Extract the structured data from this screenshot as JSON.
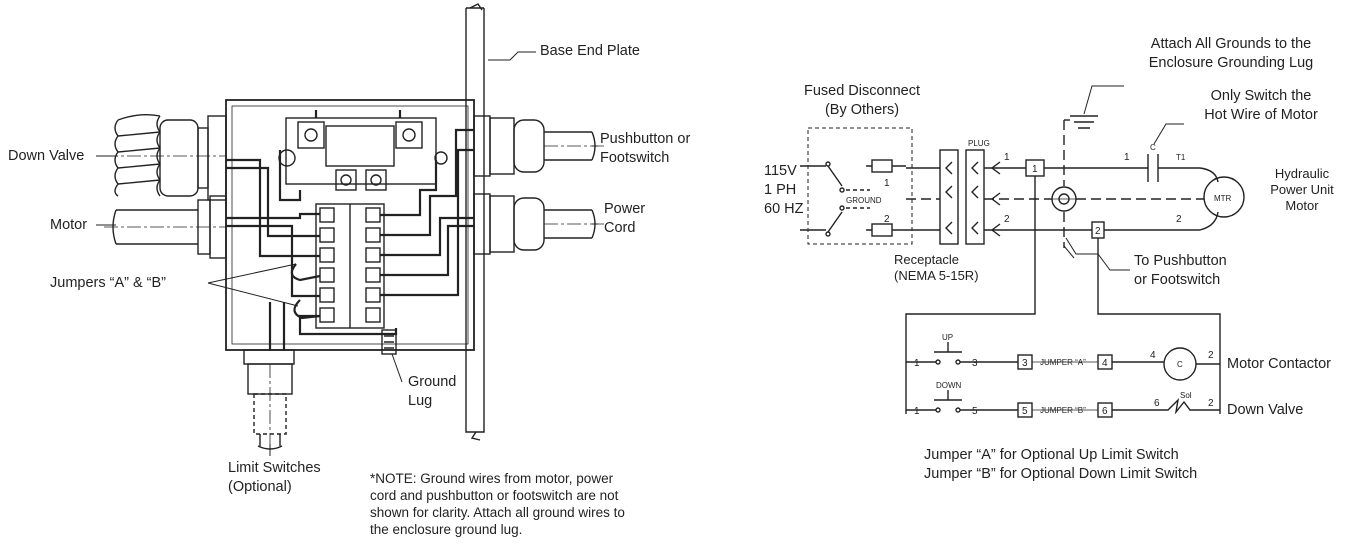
{
  "left_diagram": {
    "labels": {
      "base_end_plate": "Base End Plate",
      "down_valve": "Down Valve",
      "motor": "Motor",
      "jumpers": "Jumpers “A” & “B”",
      "pushbutton_1": "Pushbutton or",
      "pushbutton_2": "Footswitch",
      "power_1": "Power",
      "power_2": "Cord",
      "ground_1": "Ground",
      "ground_2": "Lug",
      "limit_1": "Limit Switches",
      "limit_2": "(Optional)"
    },
    "note": {
      "line1": "*NOTE: Ground wires from motor, power",
      "line2": "cord and pushbutton or footswitch are not",
      "line3": "shown for clarity. Attach all ground wires to",
      "line4": "the enclosure ground lug."
    }
  },
  "right_diagram": {
    "labels": {
      "attach_1": "Attach All Grounds to the",
      "attach_2": "Enclosure Grounding Lug",
      "only_1": "Only Switch the",
      "only_2": "Hot Wire of Motor",
      "fused_1": "Fused Disconnect",
      "fused_2": "(By Others)",
      "v115": "115V",
      "ph": "1 PH",
      "hz": "60 HZ",
      "hyd_1": "Hydraulic",
      "hyd_2": "Power Unit",
      "hyd_3": "Motor",
      "receptacle_1": "Receptacle",
      "receptacle_2": "(NEMA 5-15R)",
      "to_push_1": "To Pushbutton",
      "to_push_2": "or Footswitch",
      "motor_contactor": "Motor Contactor",
      "down_valve": "Down Valve",
      "jumper_a": "Jumper “A” for Optional Up Limit Switch",
      "jumper_b": "Jumper “B” for Optional Down Limit Switch"
    },
    "small": {
      "plug": "PLUG",
      "ground": "GROUND",
      "mtr": "MTR",
      "c": "C",
      "t1": "T1",
      "up": "UP",
      "down": "DOWN",
      "jumper_a_tag": "JUMPER “A”",
      "jumper_b_tag": "JUMPER “B”",
      "sol": "Sol"
    }
  }
}
